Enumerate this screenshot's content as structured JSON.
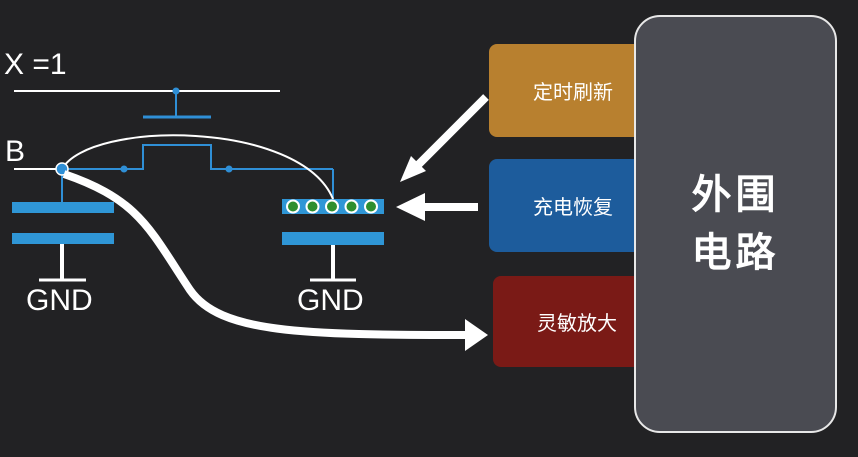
{
  "labels": {
    "x_eq": "X =1",
    "b": "B",
    "gnd_left": "GND",
    "gnd_right": "GND"
  },
  "boxes": {
    "refresh": "定时刷新",
    "recharge": "充电恢复",
    "amplify": "灵敏放大",
    "peripheral_line1": "外围",
    "peripheral_line2": "电路"
  },
  "colors": {
    "background": "#222224",
    "wire": "#2f8fd6",
    "capacitor": "#2f96d6",
    "charge": "#2f8f2f",
    "refresh_box": "#b8802f",
    "recharge_box": "#1d5c9c",
    "amplify_box": "#7a1a16",
    "peripheral": "#4a4b52"
  },
  "charge_dots": 5
}
